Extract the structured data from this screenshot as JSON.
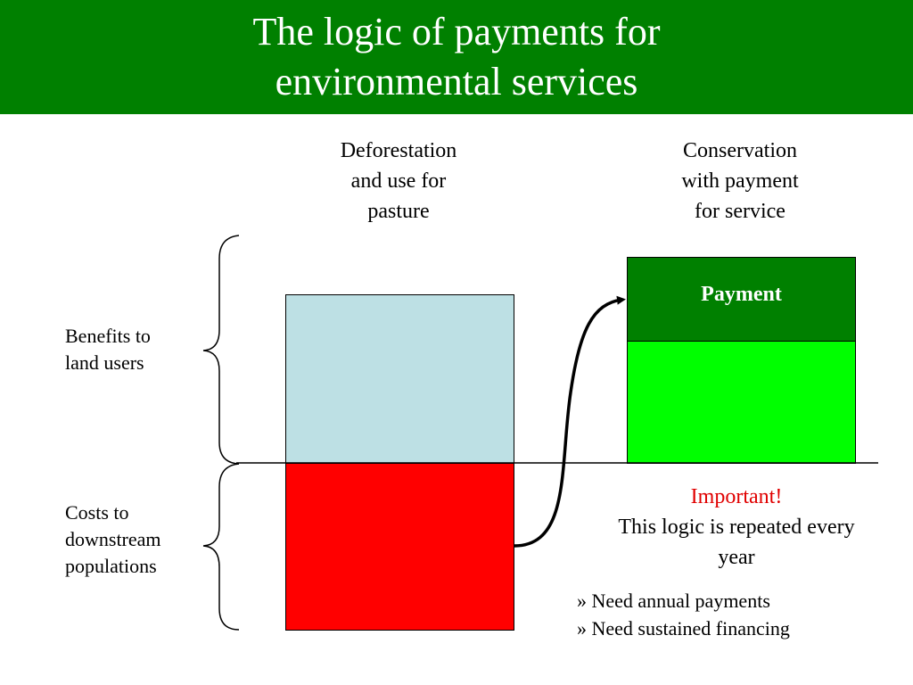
{
  "title": {
    "line1": "The logic of payments for",
    "line2": "environmental services"
  },
  "columns": {
    "left": {
      "line1": "Deforestation",
      "line2": "and use for",
      "line3": "pasture"
    },
    "right": {
      "line1": "Conservation",
      "line2": "with payment",
      "line3": "for service"
    }
  },
  "side_labels": {
    "benefits": {
      "line1": "Benefits to",
      "line2": "land users"
    },
    "costs": {
      "line1": "Costs to",
      "line2": "downstream",
      "line3": "populations"
    }
  },
  "boxes": {
    "payment_label": "Payment"
  },
  "note": {
    "heading": "Important!",
    "line1": "This logic is repeated every",
    "line2": "year"
  },
  "bullets": [
    "» Need annual payments",
    "» Need sustained financing"
  ],
  "colors": {
    "title_bg": "#008000",
    "benefit_box": "#BDE0E4",
    "cost_box": "#FF0000",
    "payment_box": "#008000",
    "conservation_box": "#00FF00",
    "important_text": "#E00000"
  }
}
